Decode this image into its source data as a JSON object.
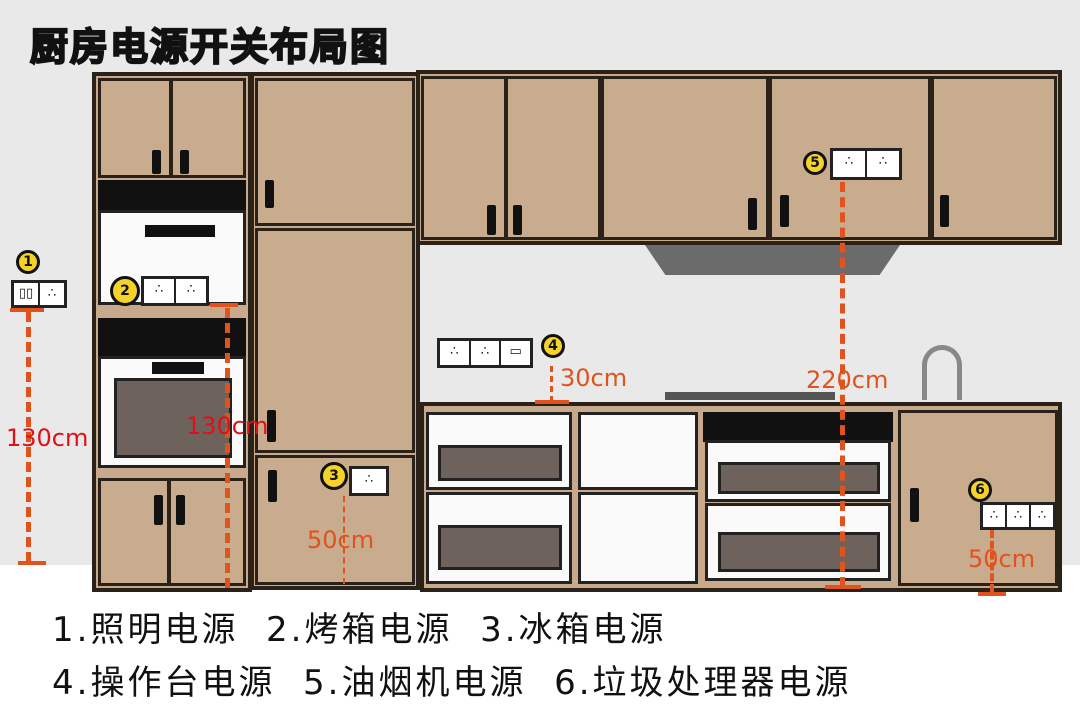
{
  "title": "厨房电源开关布局图",
  "markers": [
    "1",
    "2",
    "3",
    "4",
    "5",
    "6"
  ],
  "dimensions": {
    "lighting": "130cm",
    "oven": "130cm",
    "fridge": "50cm",
    "counter": "30cm",
    "hood": "220cm",
    "disposer": "50cm"
  },
  "legend": {
    "line1": "1.照明电源  2.烤箱电源  3.冰箱电源",
    "line2": "4.操作台电源  5.油烟机电源  6.垃圾处理器电源"
  },
  "colors": {
    "accent": "#f5d22a",
    "dimension": "#e0531c",
    "wood": "#c8a98c"
  }
}
